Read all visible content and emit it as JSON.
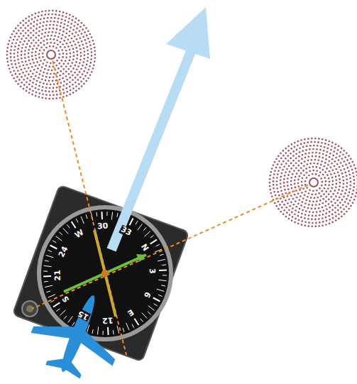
{
  "diagram": {
    "labels": [
      "N",
      "3",
      "6",
      "E",
      "12",
      "15",
      "S",
      "21",
      "24",
      "W",
      "30",
      "33"
    ]
  }
}
